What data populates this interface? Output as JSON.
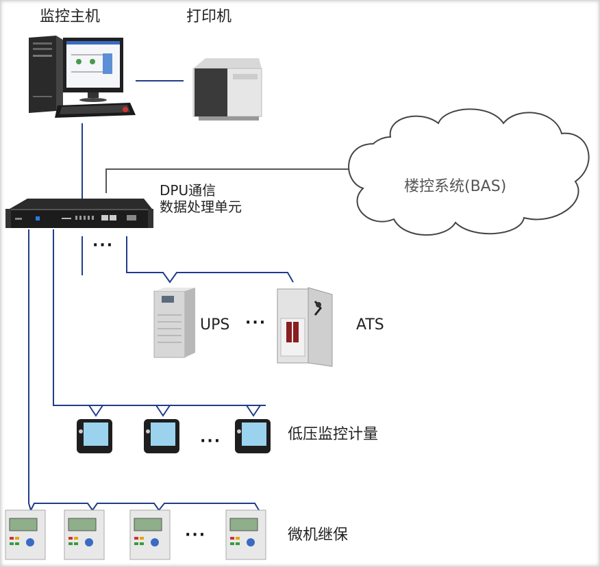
{
  "labels": {
    "host": "监控主机",
    "printer": "打印机",
    "dpu_line1": "DPU通信",
    "dpu_line2": "数据处理单元",
    "bas": "楼控系统(BAS)",
    "ups": "UPS",
    "ats": "ATS",
    "meters": "低压监控计量",
    "relays": "微机继保",
    "ellipsis": "···"
  },
  "colors": {
    "wire_blue": "#1f3b8a",
    "wire_gray": "#555555",
    "cloud_stroke": "#444444"
  },
  "icons": [
    "computer-icon",
    "printer-icon",
    "rack-server-icon",
    "cloud-icon",
    "ups-cabinet-icon",
    "ats-cabinet-icon",
    "power-meter-icon",
    "relay-protection-icon"
  ]
}
